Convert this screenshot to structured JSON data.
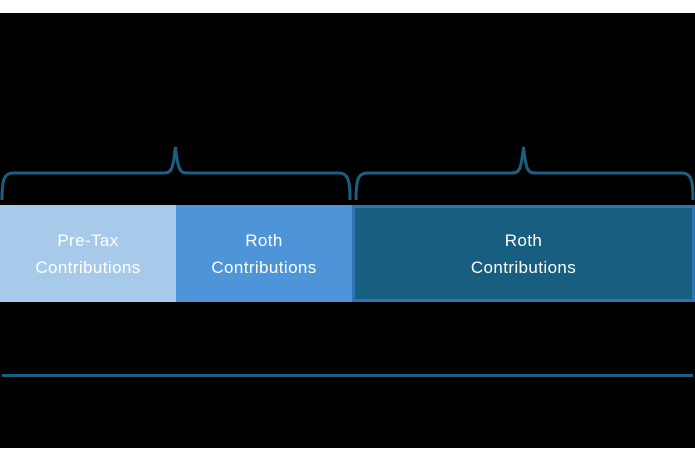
{
  "diagram": {
    "background_color": "#000000",
    "page_strip_color": "#ffffff",
    "accent_color": "#1d5f82",
    "bar": {
      "segments": [
        {
          "line1": "Pre-Tax",
          "line2": "Contributions",
          "color": "#a7caea",
          "text_color": "#ffffff"
        },
        {
          "line1": "Roth",
          "line2": "Contributions",
          "color": "#4e94d9",
          "text_color": "#ffffff"
        },
        {
          "line1": "Roth",
          "line2": "Contributions",
          "color": "#175e80",
          "border_color": "#2e75b5",
          "text_color": "#ffffff"
        }
      ]
    },
    "braces": [
      {
        "name": "left-brace",
        "spans_segments": [
          "Pre-Tax Contributions",
          "Roth Contributions"
        ],
        "color": "#1d5f82"
      },
      {
        "name": "right-brace",
        "spans_segments": [
          "Roth Contributions"
        ],
        "color": "#1d5f82"
      }
    ],
    "divider_line_color": "#1d5f82"
  }
}
